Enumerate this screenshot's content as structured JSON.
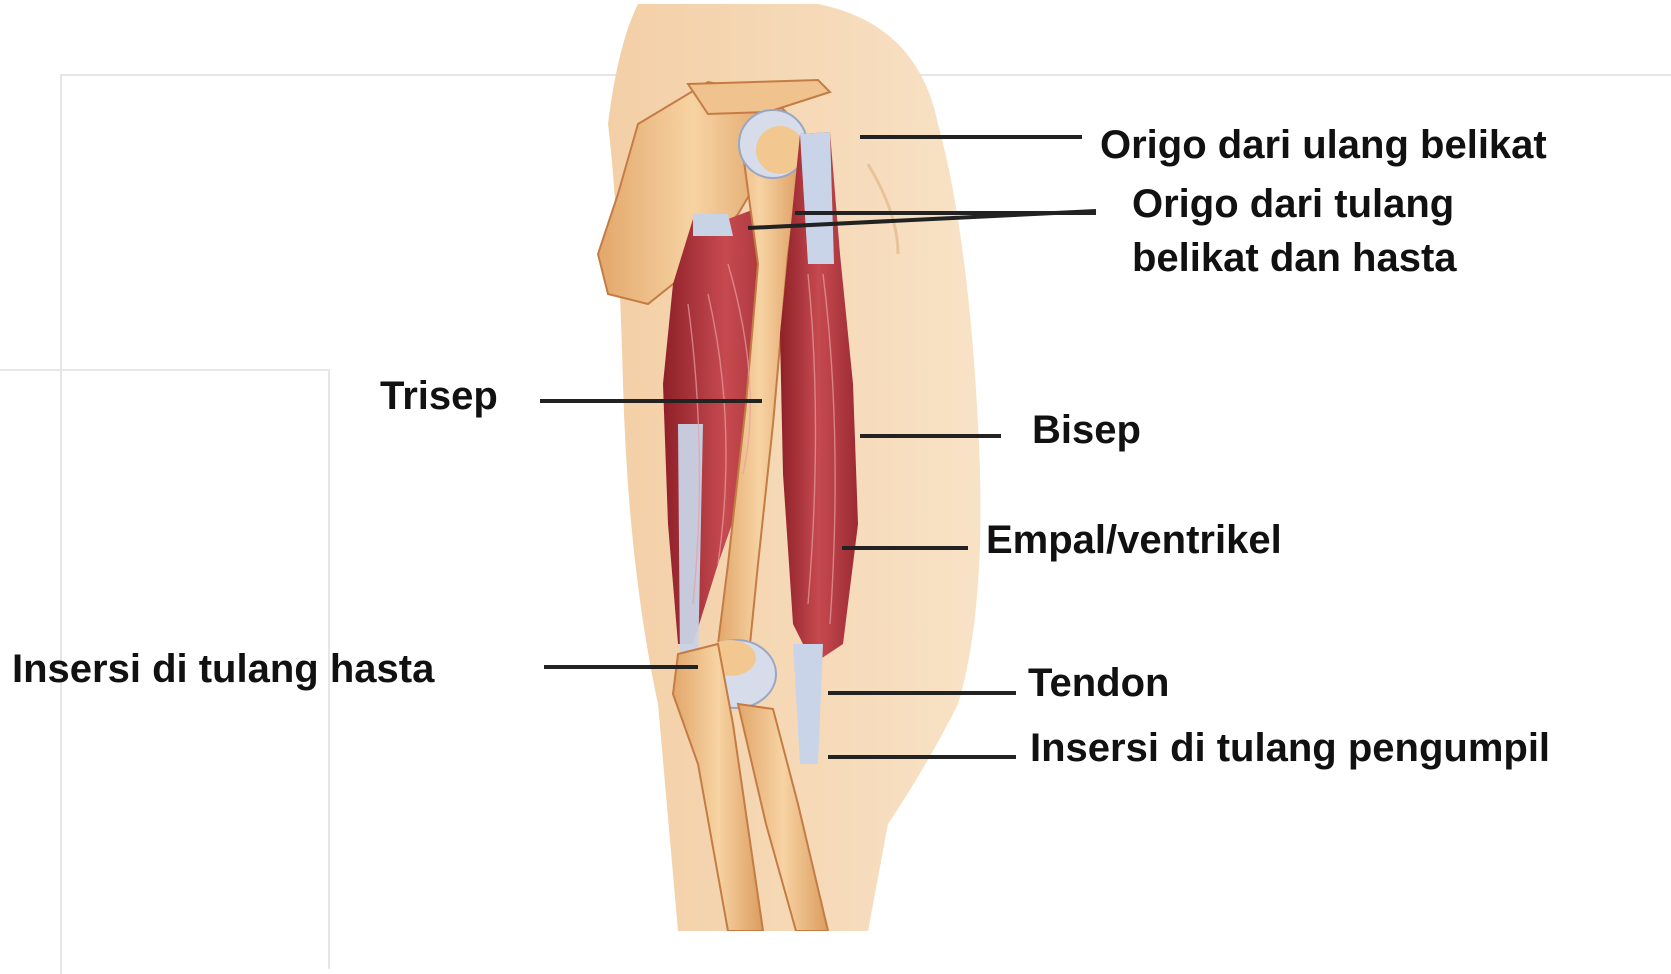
{
  "labels": {
    "origin_scapula": "Origo dari ulang belikat",
    "origin_scapula_ulna_line1": "Origo dari tulang",
    "origin_scapula_ulna_line2": "belikat dan hasta",
    "triceps": "Trisep",
    "biceps": "Bisep",
    "belly": "Empal/ventrikel",
    "insertion_ulna": "Insersi di tulang hasta",
    "tendon": "Tendon",
    "insertion_radius": "Insersi di tulang pengumpil"
  },
  "colors": {
    "muscle": "#b8343c",
    "bone": "#efc08a",
    "skin": "#f6d8b4",
    "tendon": "#c9d4e8",
    "cartilage": "#d6dcea",
    "leader_line": "#222222"
  }
}
